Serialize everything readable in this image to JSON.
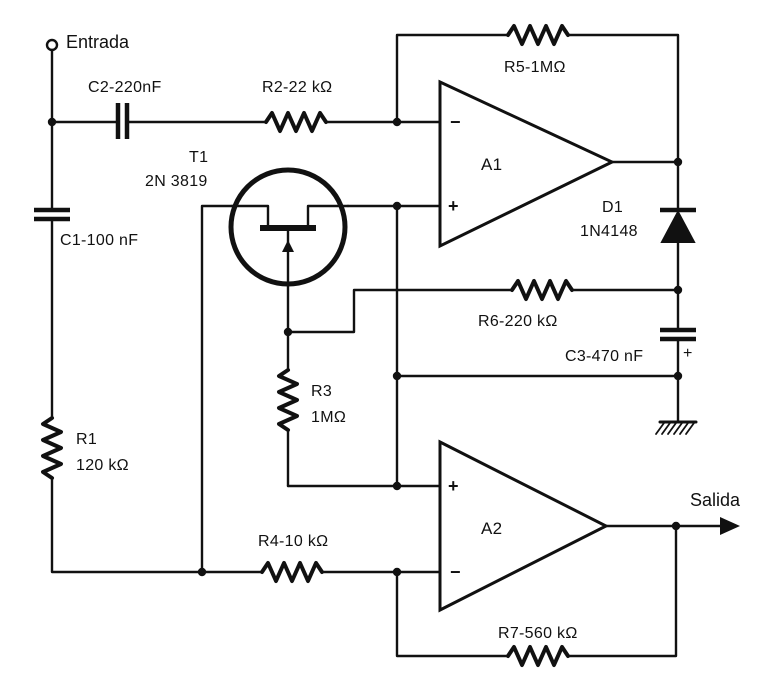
{
  "labels": {
    "input": "Entrada",
    "output": "Salida",
    "c1": "C1-100 nF",
    "c2": "C2-220nF",
    "c3": "C3-470 nF",
    "r1_name": "R1",
    "r1_value": "120 kΩ",
    "r2": "R2-22 kΩ",
    "r3_name": "R3",
    "r3_value": "1MΩ",
    "r4": "R4-10 kΩ",
    "r5": "R5-1MΩ",
    "r6": "R6-220 kΩ",
    "r7": "R7-560 kΩ",
    "t1_name": "T1",
    "t1_part": "2N 3819",
    "a1": "A1",
    "a2": "A2",
    "d1_name": "D1",
    "d1_part": "1N4148",
    "plus": "+",
    "minus": "−"
  }
}
